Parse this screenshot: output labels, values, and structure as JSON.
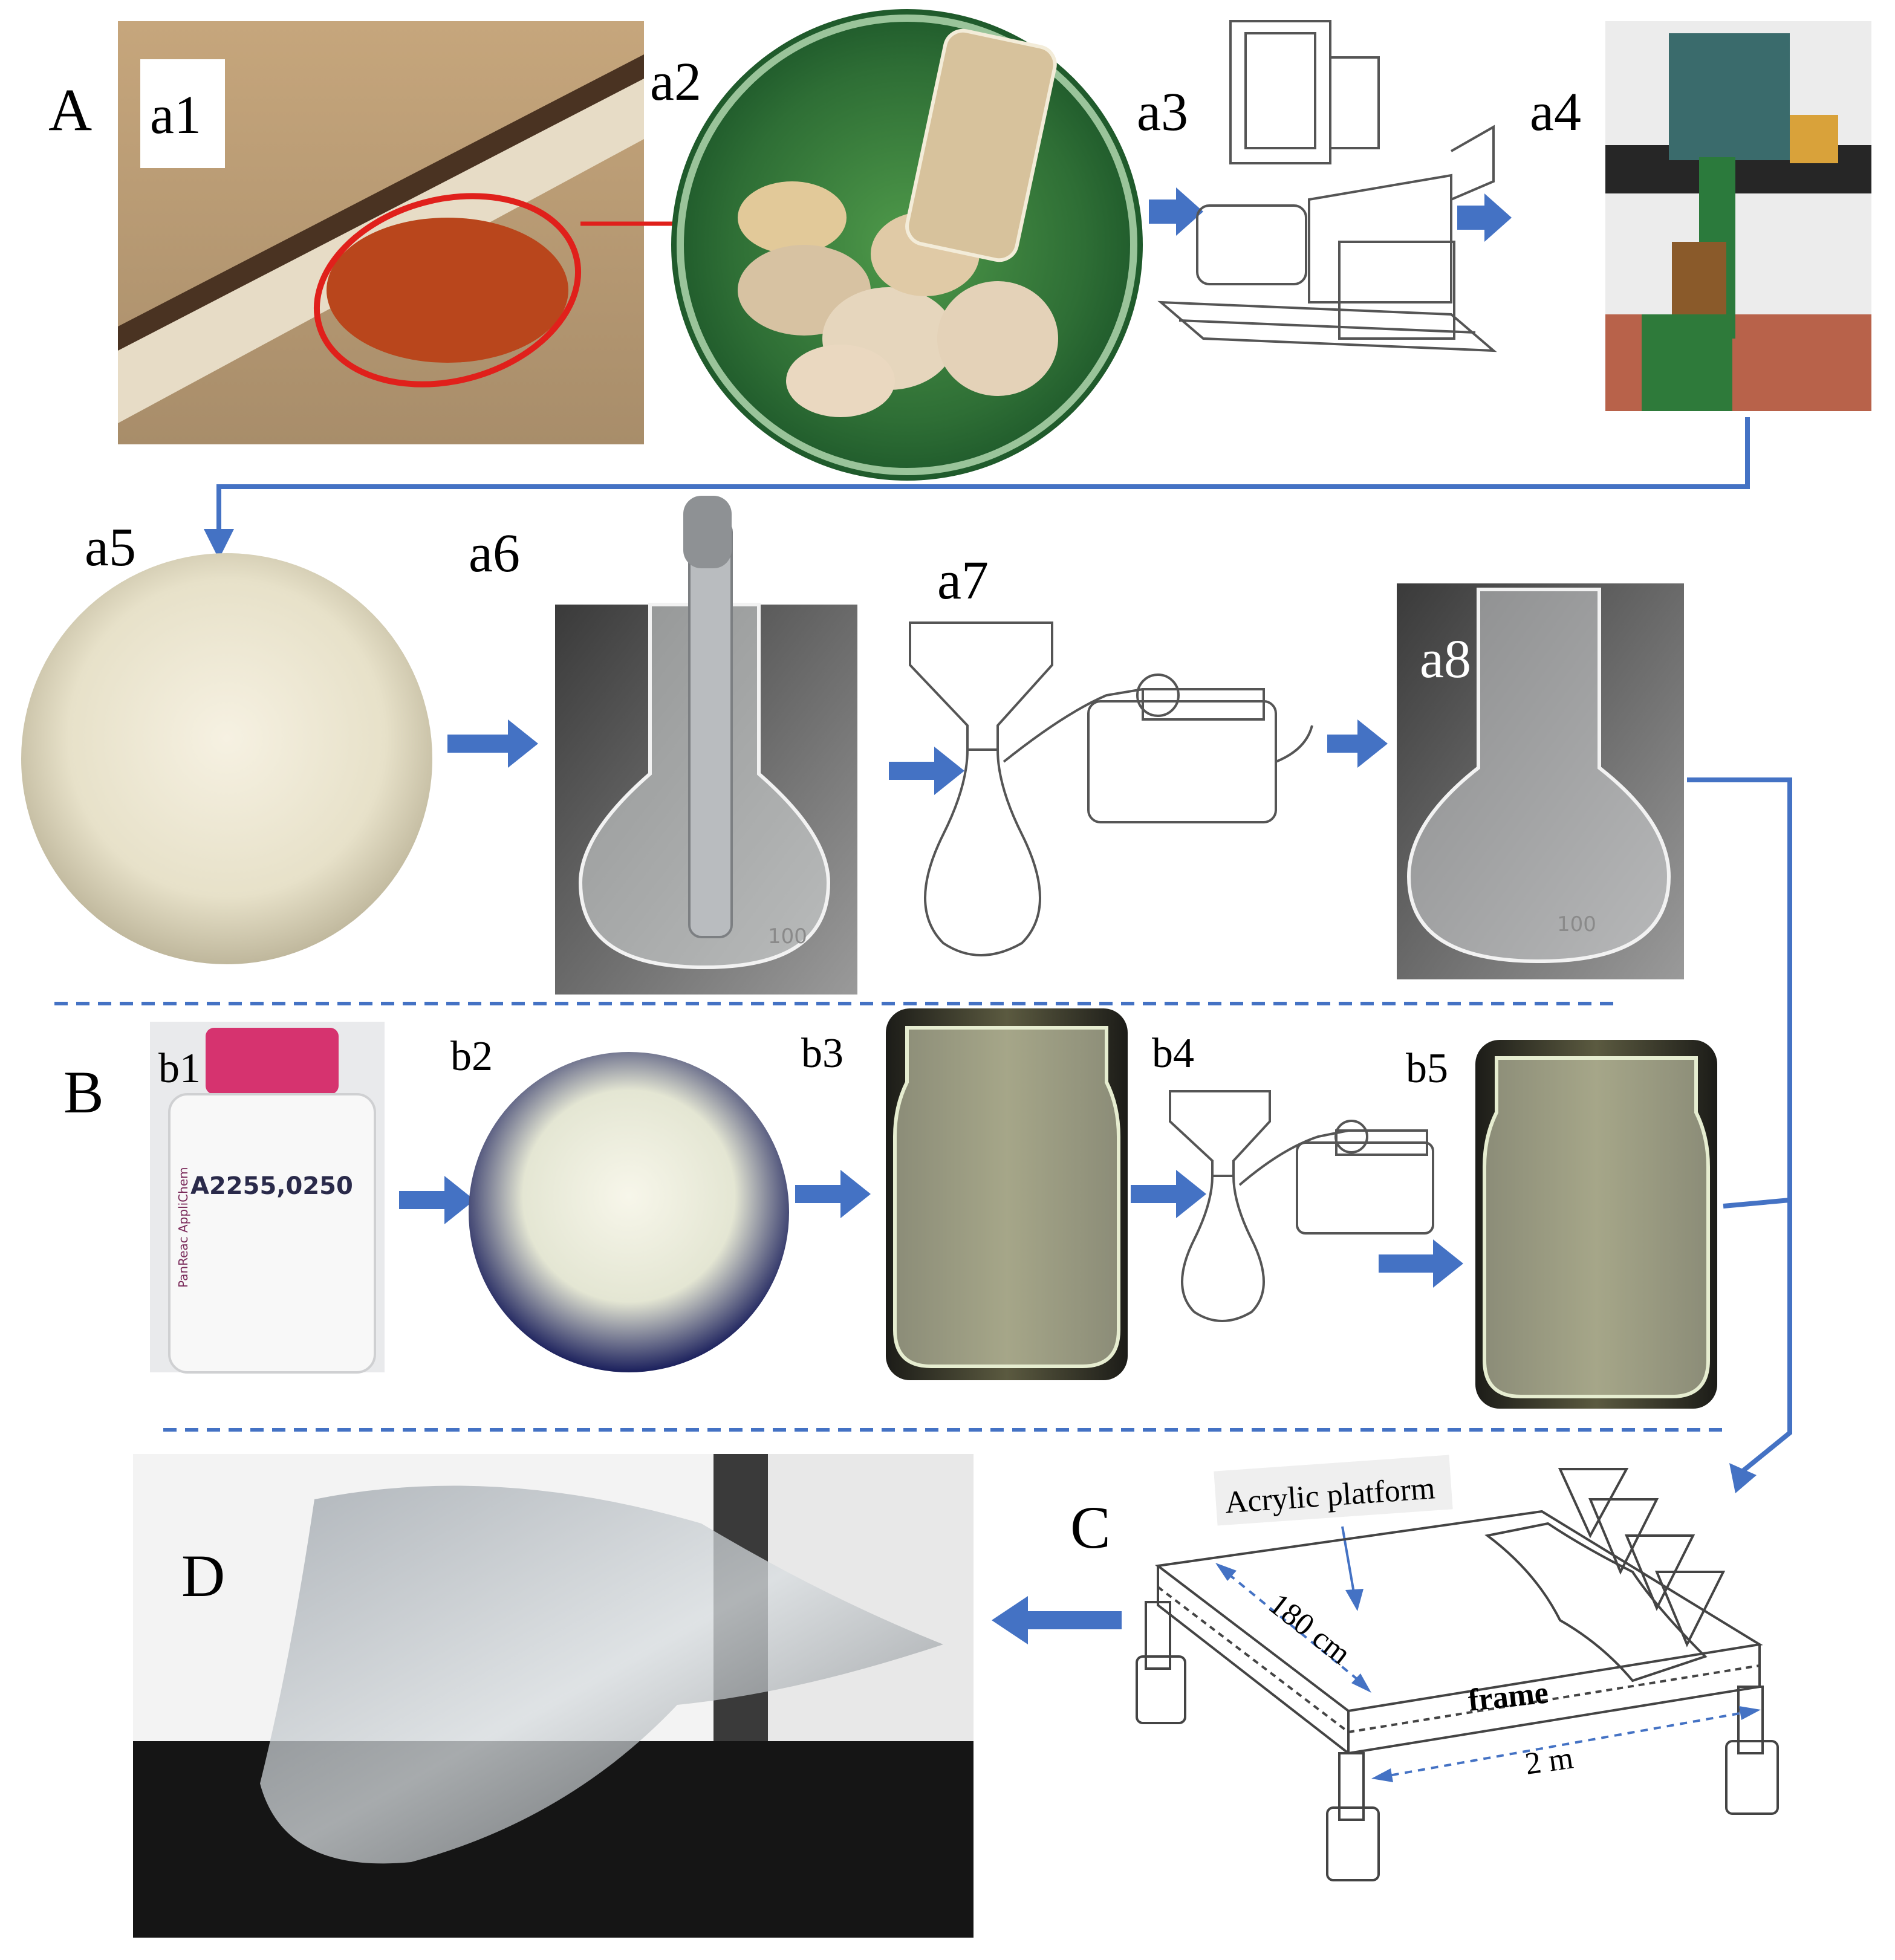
{
  "section_labels": {
    "A": "A",
    "B": "B",
    "C": "C",
    "D": "D"
  },
  "step_labels": {
    "a1": "a1",
    "a2": "a2",
    "a3": "a3",
    "a4": "a4",
    "a5": "a5",
    "a6": "a6",
    "a7": "a7",
    "a8": "a8",
    "b1": "b1",
    "b2": "b2",
    "b3": "b3",
    "b4": "b4",
    "b5": "b5"
  },
  "bottle": {
    "code": "A2255,0250",
    "brand": "PanReac AppliChem"
  },
  "flask_marking": "100",
  "casting": {
    "platform_label": "Acrylic platform",
    "width_label": "180 cm",
    "frame_label": "frame",
    "length_label": "2 m"
  },
  "colors": {
    "arrow": "#4472c4",
    "highlight": "#e0201b",
    "resin": "#b9461c",
    "bark": "#cfb898",
    "tray_green": "#2f7a3a",
    "photo_dark": "#2a2a2a",
    "bottle_cap": "#d6336f"
  }
}
